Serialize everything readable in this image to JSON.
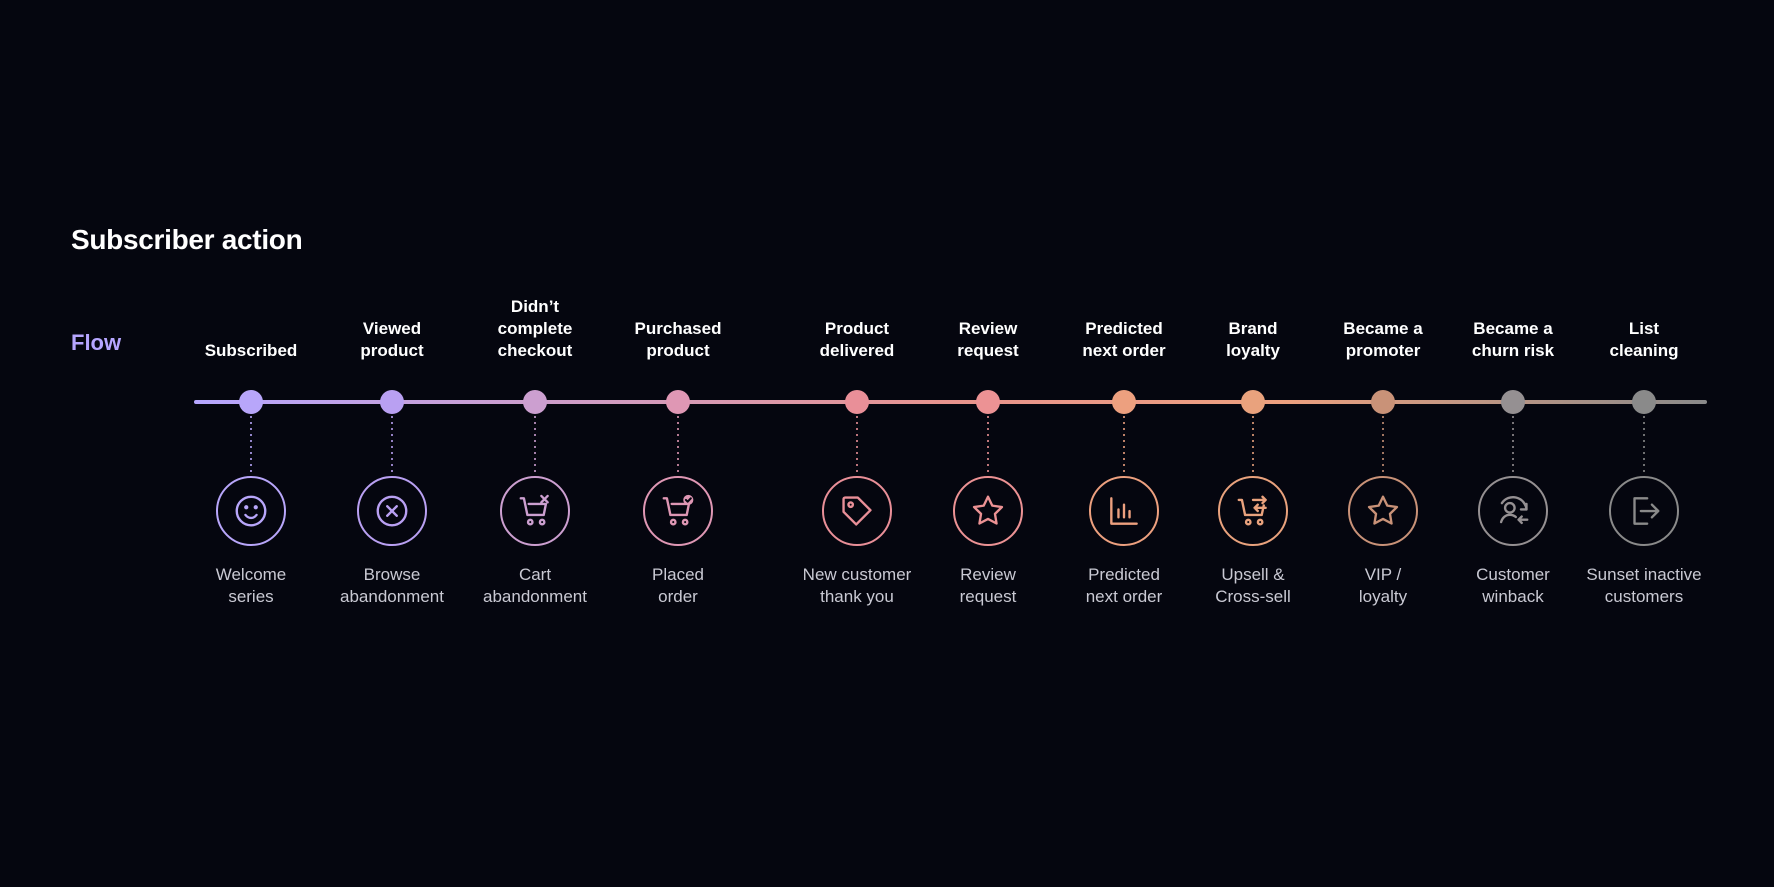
{
  "title": "Subscriber action",
  "row_label": "Flow",
  "colors": {
    "background": "#05060f",
    "flow_label": "#b6a6ff",
    "track_start": "#b6a6ff",
    "track_mid": "#e8938d",
    "track_end": "#8a8a8a"
  },
  "steps": [
    {
      "action": "Subscribed",
      "flow": "Welcome\nseries",
      "icon": "smiley-icon",
      "color": "#b8a6fa"
    },
    {
      "action": "Viewed\nproduct",
      "flow": "Browse\nabandonment",
      "icon": "x-circle-icon",
      "color": "#b9a0f2"
    },
    {
      "action": "Didn’t\ncomplete\ncheckout",
      "flow": "Cart\nabandonment",
      "icon": "cart-x-icon",
      "color": "#cc9fd0"
    },
    {
      "action": "Purchased\nproduct",
      "flow": "Placed\norder",
      "icon": "cart-check-icon",
      "color": "#df97b4"
    },
    {
      "action": "Product\ndelivered",
      "flow": "New customer\nthank you",
      "icon": "tag-icon",
      "color": "#e98f98"
    },
    {
      "action": "Review\nrequest",
      "flow": "Review\nrequest",
      "icon": "star-icon",
      "color": "#ec9294"
    },
    {
      "action": "Predicted\nnext order",
      "flow": "Predicted\nnext order",
      "icon": "bar-chart-icon",
      "color": "#eda07f"
    },
    {
      "action": "Brand\nloyalty",
      "flow": "Upsell &\nCross-sell",
      "icon": "cart-swap-icon",
      "color": "#e9a27d"
    },
    {
      "action": "Became a\npromoter",
      "flow": "VIP /\nloyalty",
      "icon": "star-icon",
      "color": "#c99278"
    },
    {
      "action": "Became a\nchurn risk",
      "flow": "Customer\nwinback",
      "icon": "user-return-icon",
      "color": "#959092"
    },
    {
      "action": "List\ncleaning",
      "flow": "Sunset inactive\ncustomers",
      "icon": "exit-icon",
      "color": "#8a8a8a"
    }
  ]
}
